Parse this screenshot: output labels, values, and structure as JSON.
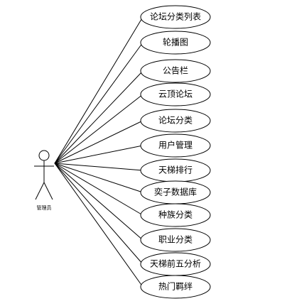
{
  "actor": {
    "label": "管理员"
  },
  "use_cases": [
    {
      "label": "论坛分类列表"
    },
    {
      "label": "轮播图"
    },
    {
      "label": "公告栏"
    },
    {
      "label": "云顶论坛"
    },
    {
      "label": "论坛分类"
    },
    {
      "label": "用户管理"
    },
    {
      "label": "天梯排行"
    },
    {
      "label": "奕子数据库"
    },
    {
      "label": "种族分类"
    },
    {
      "label": "职业分类"
    },
    {
      "label": "天梯前五分析"
    },
    {
      "label": "热门羁绊"
    }
  ]
}
